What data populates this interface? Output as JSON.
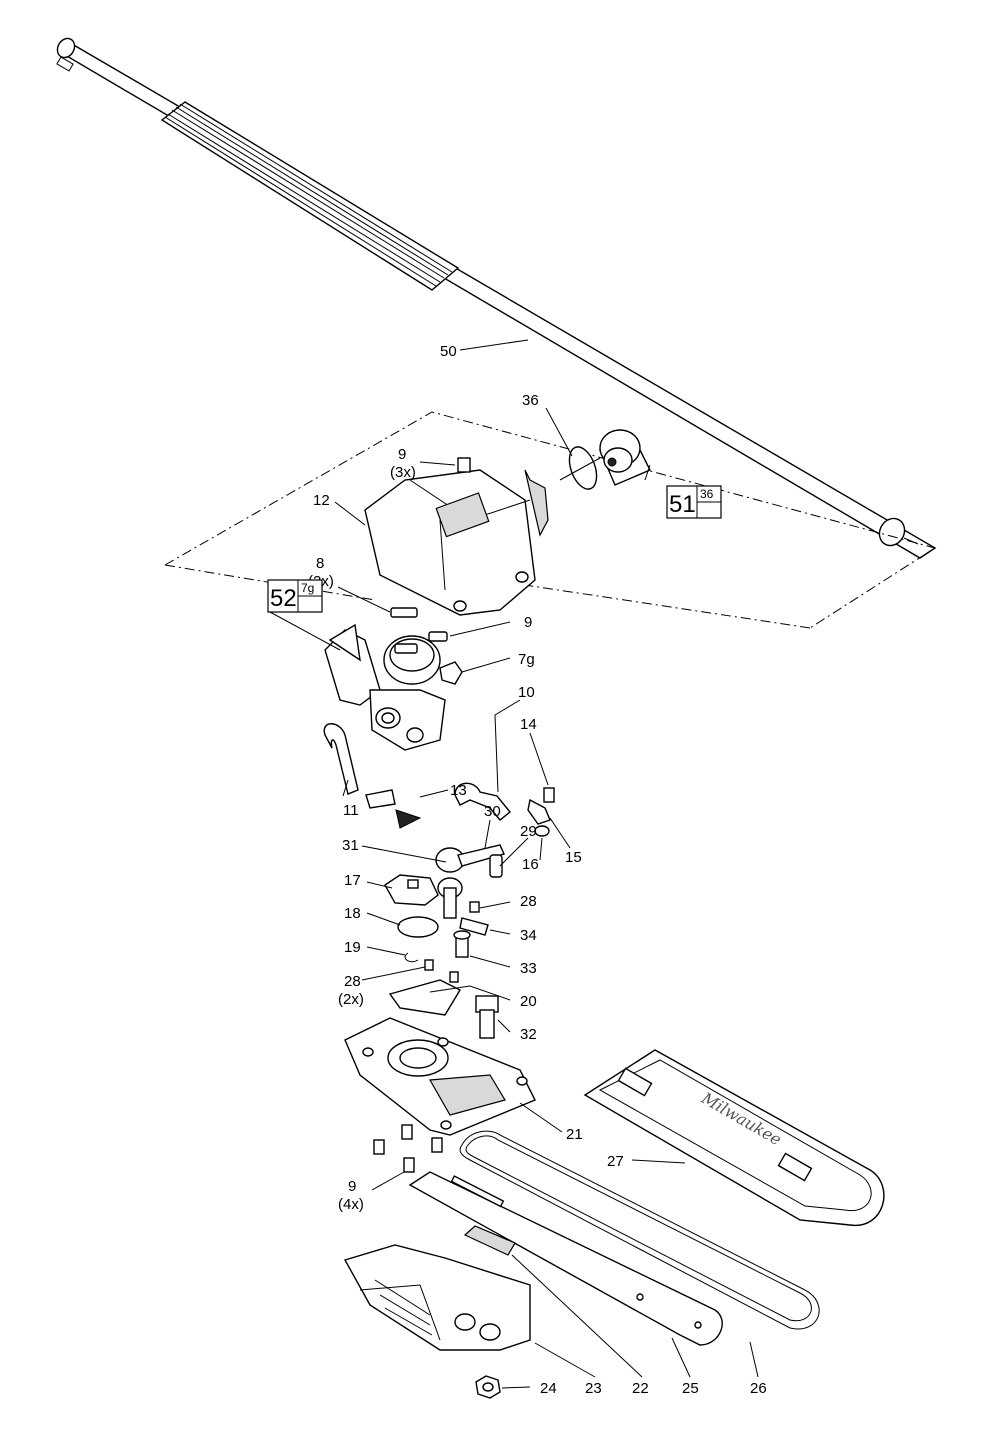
{
  "labels": {
    "p50": "50",
    "p36": "36",
    "p9_top": "9",
    "p9_top_qty": "(3x)",
    "p12": "12",
    "p8": "8",
    "p8_qty": "(2x)",
    "p9_mid": "9",
    "p7g": "7g",
    "p10": "10",
    "p14": "14",
    "p11": "11",
    "p13": "13",
    "p30": "30",
    "p29": "29",
    "p31": "31",
    "p16": "16",
    "p15": "15",
    "p17": "17",
    "p28_a": "28",
    "p18": "18",
    "p34": "34",
    "p19": "19",
    "p33": "33",
    "p28_b": "28",
    "p28_b_qty": "(2x)",
    "p20": "20",
    "p32": "32",
    "p21": "21",
    "p27": "27",
    "p9_bottom": "9",
    "p9_bottom_qty": "(4x)",
    "p24": "24",
    "p23": "23",
    "p22": "22",
    "p25": "25",
    "p26": "26"
  },
  "kits": [
    {
      "number": "51",
      "ref": "36"
    },
    {
      "number": "52",
      "ref": "7g"
    }
  ],
  "brand_mark": "Milwaukee"
}
